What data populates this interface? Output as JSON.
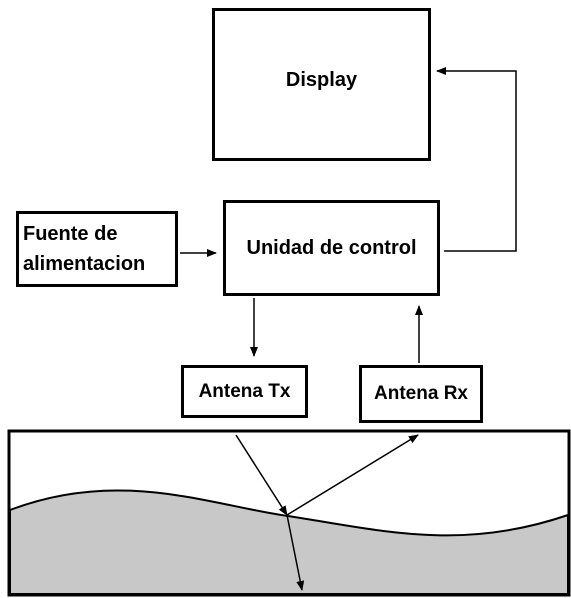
{
  "diagram": {
    "display_label": "Display",
    "control_unit_label": "Unidad de control",
    "power_supply_label_line1": "Fuente de",
    "power_supply_label_line2": "alimentacion",
    "antenna_tx_label": "Antena Tx",
    "antenna_rx_label": "Antena Rx"
  },
  "colors": {
    "stroke": "#000000",
    "ground_fill": "#c8c8c8",
    "background": "#ffffff"
  }
}
